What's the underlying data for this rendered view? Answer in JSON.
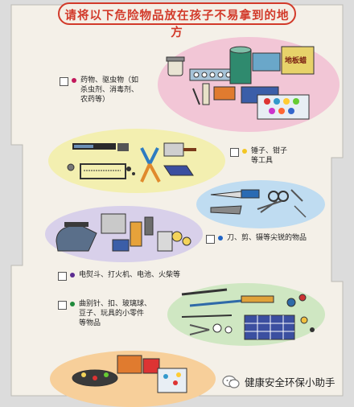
{
  "title": "请将以下危险物品放在孩子不易拿到的地方",
  "items": [
    {
      "label": "药物、驱虫物（如\n杀虫剂、消毒剂、\n农药等）",
      "dot_color": "#c2185b"
    },
    {
      "label": "锤子、钳子\n等工具",
      "dot_color": "#f3c623"
    },
    {
      "label": "刀、剪、镊等尖锐的物品",
      "dot_color": "#1e63c6"
    },
    {
      "label": "电熨斗、打火机、电池、火柴等",
      "dot_color": "#5b2c91"
    },
    {
      "label": "曲别针、扣、玻璃球、\n豆子、玩具的小零件\n等物品",
      "dot_color": "#1f8a3b"
    }
  ],
  "illustrations": {
    "medicine_jar_label": "地板蜡"
  },
  "watermark": "健康安全环保小助手",
  "colors": {
    "pink_blob": "#f2c6d6",
    "yellow_blob": "#f3efb0",
    "blue_blob": "#bfdcf1",
    "lavender_blob": "#d8d0ea",
    "green_blob": "#cfe7c2",
    "orange_blob": "#f7cf9a",
    "title_red": "#d23a2a"
  }
}
